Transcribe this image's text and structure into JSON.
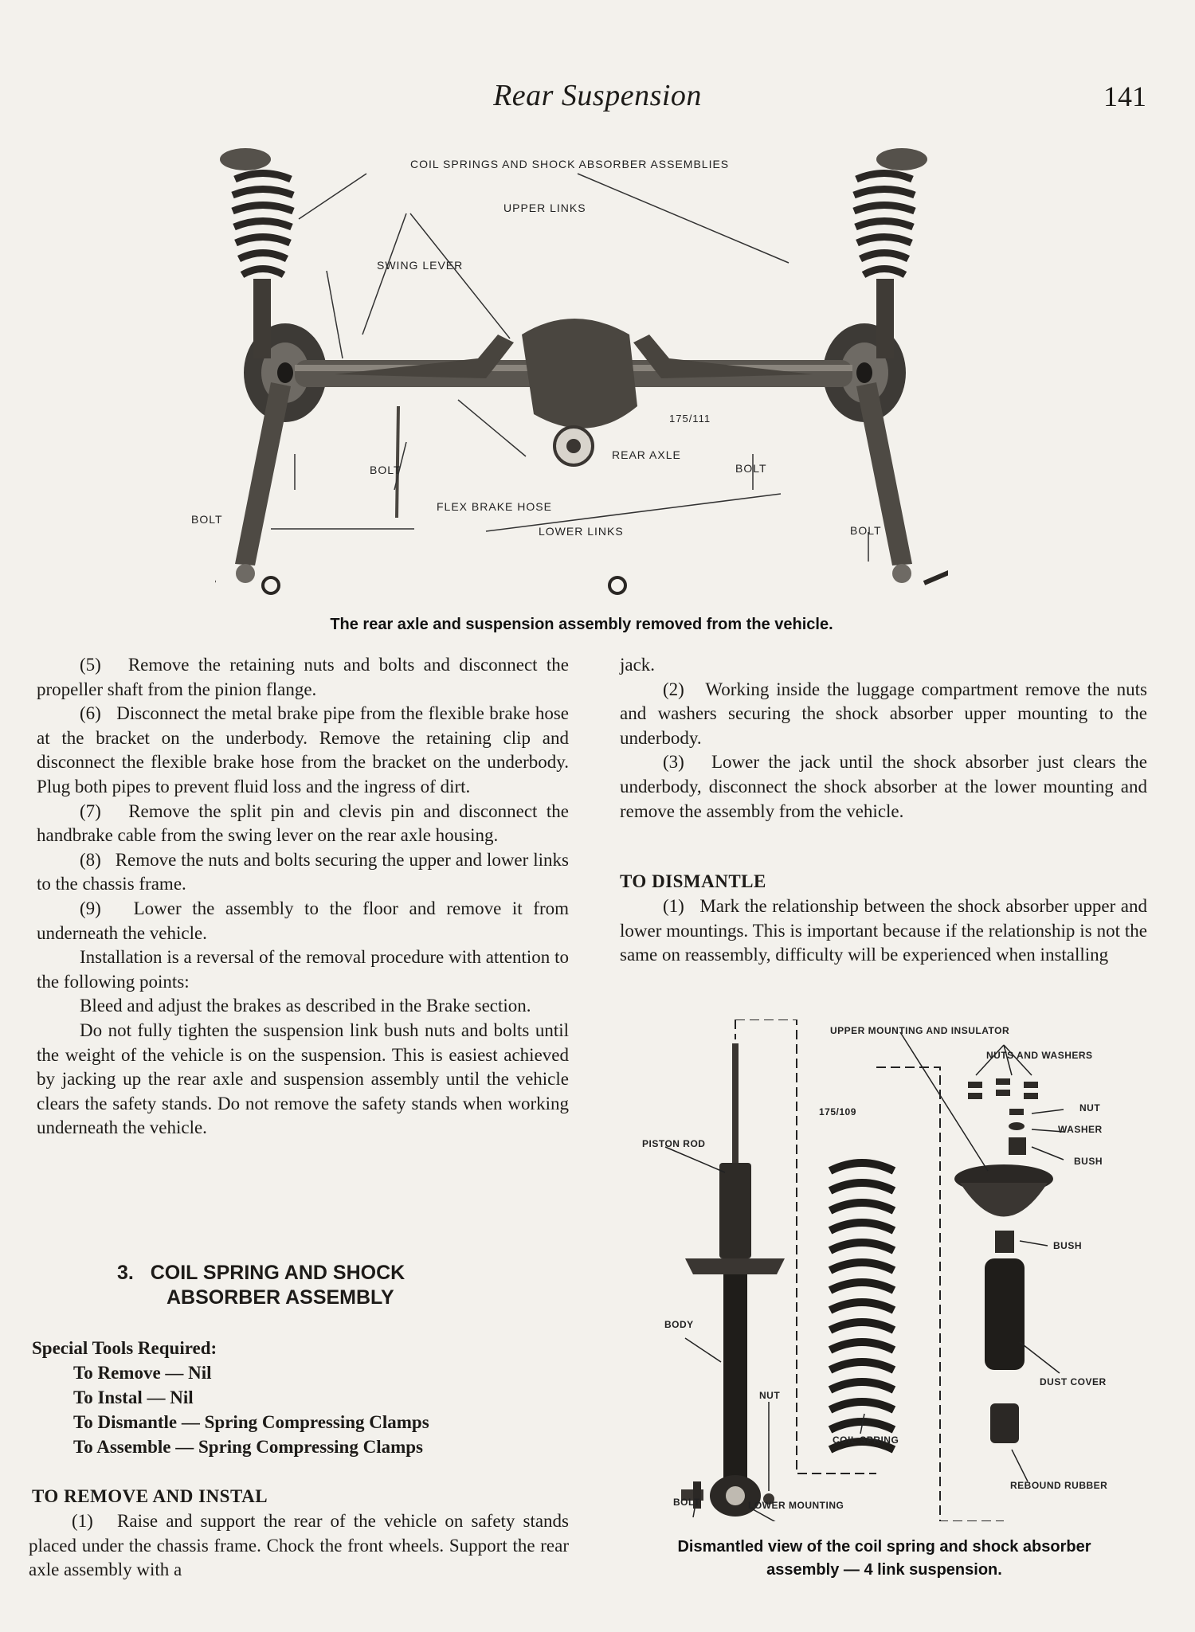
{
  "header": {
    "title": "Rear Suspension",
    "page_number": "141"
  },
  "figure1": {
    "labels": {
      "assemblies": "COIL SPRINGS AND SHOCK ABSORBER ASSEMBLIES",
      "upper_links": "UPPER LINKS",
      "swing_lever": "SWING LEVER",
      "ref": "175/111",
      "rear_axle": "REAR AXLE",
      "bolt_left": "BOLT",
      "bolt_right": "BOLT",
      "bolt_far_left": "BOLT",
      "bolt_far_right": "BOLT",
      "flex_brake_hose": "FLEX BRAKE HOSE",
      "lower_links": "LOWER LINKS"
    },
    "caption": "The rear axle and suspension assembly removed from the vehicle."
  },
  "left_column": {
    "paragraphs": [
      "(5)   Remove the retaining nuts and bolts and disconnect the propeller shaft from the pinion flange.",
      "(6)   Disconnect the metal brake pipe from the flexible brake hose at the bracket on the underbody. Remove the retaining clip and disconnect the flexible brake hose from the bracket on the underbody. Plug both pipes to prevent fluid loss and the ingress of dirt.",
      "(7)   Remove the split pin and clevis pin and disconnect the handbrake cable from the swing lever on the rear axle housing.",
      "(8)   Remove the nuts and bolts securing the upper and lower links to the chassis frame.",
      "(9)   Lower the assembly to the floor and remove it from underneath the vehicle.",
      "Installation is a reversal of the removal procedure with attention to the following points:",
      "Bleed and adjust the brakes as described in the Brake section.",
      "Do not fully tighten the suspension link bush nuts and bolts until the weight of the vehicle is on the suspension. This is easiest achieved by jacking up the rear axle and suspension assembly until the vehicle clears the safety stands. Do not remove the safety stands when working underneath the vehicle."
    ],
    "section_number": "3.",
    "section_title_line1": "COIL SPRING AND SHOCK",
    "section_title_line2": "ABSORBER ASSEMBLY",
    "tools_heading": "Special Tools Required:",
    "tools": [
      "To Remove — Nil",
      "To Instal — Nil",
      "To Dismantle — Spring Compressing Clamps",
      "To Assemble — Spring Compressing Clamps"
    ],
    "remove_heading": "TO REMOVE AND INSTAL",
    "remove_para": "(1)   Raise and support the rear of the vehicle on safety stands placed under the chassis frame. Chock the front wheels. Support the rear axle assembly with a"
  },
  "right_column": {
    "paragraphs": [
      "jack.",
      "(2)   Working inside the luggage compartment remove the nuts and washers securing the shock absorber upper mounting to the underbody.",
      "(3)   Lower the jack until the shock absorber just clears the underbody, disconnect the shock absorber at the lower mounting and remove the assembly from the vehicle."
    ],
    "dismantle_heading": "TO DISMANTLE",
    "dismantle_para": "(1)   Mark the relationship between the shock absorber upper and lower mountings. This is important because if the relationship is not the same on reassembly, difficulty will be experienced when installing"
  },
  "figure2": {
    "labels": {
      "upper_mounting": "UPPER MOUNTING AND INSULATOR",
      "nuts_washers": "NUTS AND WASHERS",
      "nut_top": "NUT",
      "washer": "WASHER",
      "bush_top": "BUSH",
      "ref": "175/109",
      "piston_rod": "PISTON ROD",
      "bush_mid": "BUSH",
      "body": "BODY",
      "dust_cover": "DUST COVER",
      "nut_low": "NUT",
      "coil_spring": "COIL SPRING",
      "rebound_rubber": "REBOUND RUBBER",
      "bolt": "BOLT",
      "lower_mounting": "LOWER MOUNTING"
    },
    "caption_line1": "Dismantled view of the coil spring and shock absorber",
    "caption_line2": "assembly — 4 link suspension."
  }
}
